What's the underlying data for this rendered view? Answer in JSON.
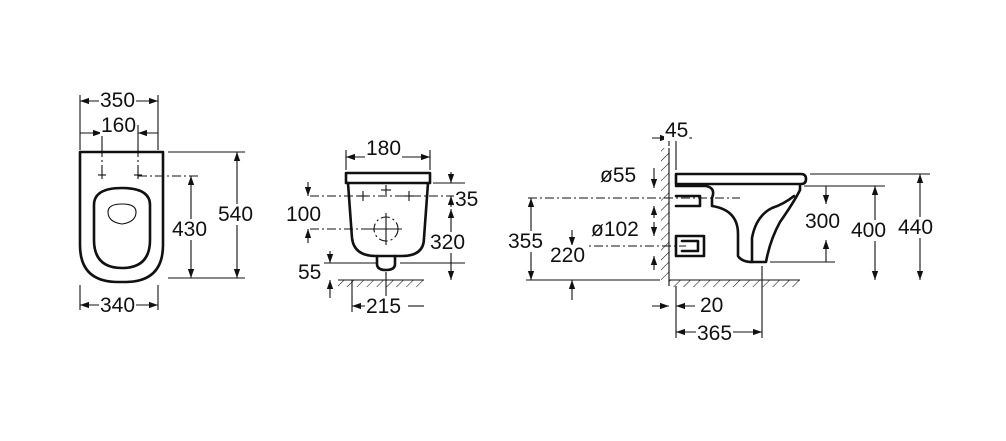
{
  "front_view": {
    "dim_width_top": "350",
    "dim_holes": "160",
    "dim_height": "540",
    "dim_hole_height": "430",
    "dim_width_bottom": "340"
  },
  "rear_view": {
    "dim_top": "180",
    "dim_upper_offset": "35",
    "dim_fixing_height": "100",
    "dim_height": "320",
    "dim_outlet": "55",
    "dim_width": "215"
  },
  "side_view": {
    "dim_wall_gap": "45",
    "dim_inlet_diameter": "ø55",
    "dim_outlet_diameter": "ø102",
    "dim_height_total": "355",
    "dim_outlet_height": "220",
    "dim_bowl_height": "300",
    "dim_rim_height": "400",
    "dim_top_height": "440",
    "dim_wall_offset": "20",
    "dim_depth": "365"
  }
}
